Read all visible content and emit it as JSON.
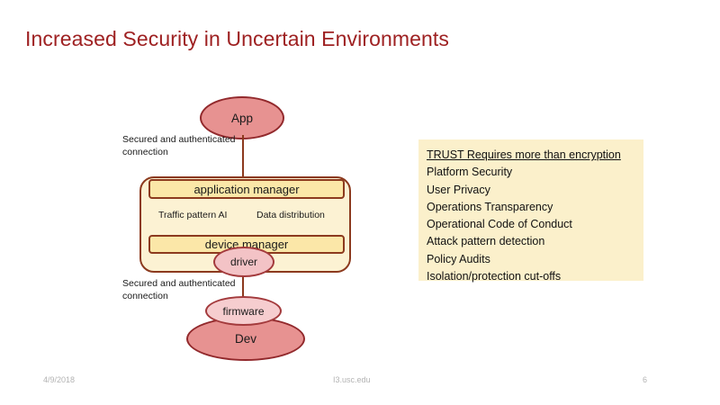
{
  "slide": {
    "title": "Increased Security in Uncertain Environments"
  },
  "diagram": {
    "nodes": {
      "app": "App",
      "application_manager": "application manager",
      "traffic_pattern": "Traffic pattern AI",
      "data_distribution": "Data distribution",
      "device_manager": "device manager",
      "driver": "driver",
      "firmware": "firmware",
      "dev": "Dev"
    },
    "annotations": {
      "top_connection": "Secured and authenticated connection",
      "bottom_connection": "Secured and authenticated connection"
    },
    "colors": {
      "node_red": "#e79291",
      "node_red_border": "#92292c",
      "node_pink": "#f3c3c6",
      "node_pink_light": "#f6cdcf",
      "container_fill": "#fcf2d3",
      "container_border": "#8c3a1e",
      "manager_fill": "#fbe7a8"
    }
  },
  "trust_panel": {
    "heading": "TRUST Requires more than encryption",
    "background": "#fbf0cb",
    "items": [
      "Platform Security",
      "User Privacy",
      "Operations Transparency",
      "Operational Code of Conduct",
      "Attack pattern detection",
      "Policy Audits",
      "Isolation/protection cut-offs"
    ]
  },
  "footer": {
    "date": "4/9/2018",
    "site": "I3.usc.edu",
    "page_number": "6"
  }
}
